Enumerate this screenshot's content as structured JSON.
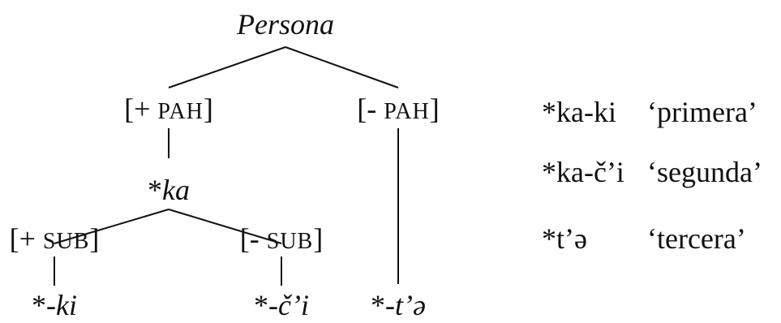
{
  "tree": {
    "root": "Persona",
    "pah_plus_bracket_open": "[+ ",
    "pah_plus_feature": "PAH",
    "pah_plus_bracket_close": "]",
    "pah_minus_bracket_open": "[- ",
    "pah_minus_feature": "PAH",
    "pah_minus_bracket_close": "]",
    "ka_star": "*",
    "ka": "ka",
    "sub_plus_bracket_open": "[+ ",
    "sub_plus_feature": "SUB",
    "sub_plus_bracket_close": "]",
    "sub_minus_bracket_open": "[- ",
    "sub_minus_feature": "SUB",
    "sub_minus_bracket_close": "]",
    "leaf_ki_star": "*",
    "leaf_ki": "-ki",
    "leaf_ci_star": "*",
    "leaf_ci": "-č’i",
    "leaf_te_star": "*",
    "leaf_te": "-t’ə"
  },
  "gloss_table": [
    {
      "form": "*ka-ki",
      "gloss": "‘primera’"
    },
    {
      "form": "*ka-č’i",
      "gloss": "‘segunda’"
    },
    {
      "form": "*t’ə",
      "gloss": "‘tercera’"
    }
  ]
}
